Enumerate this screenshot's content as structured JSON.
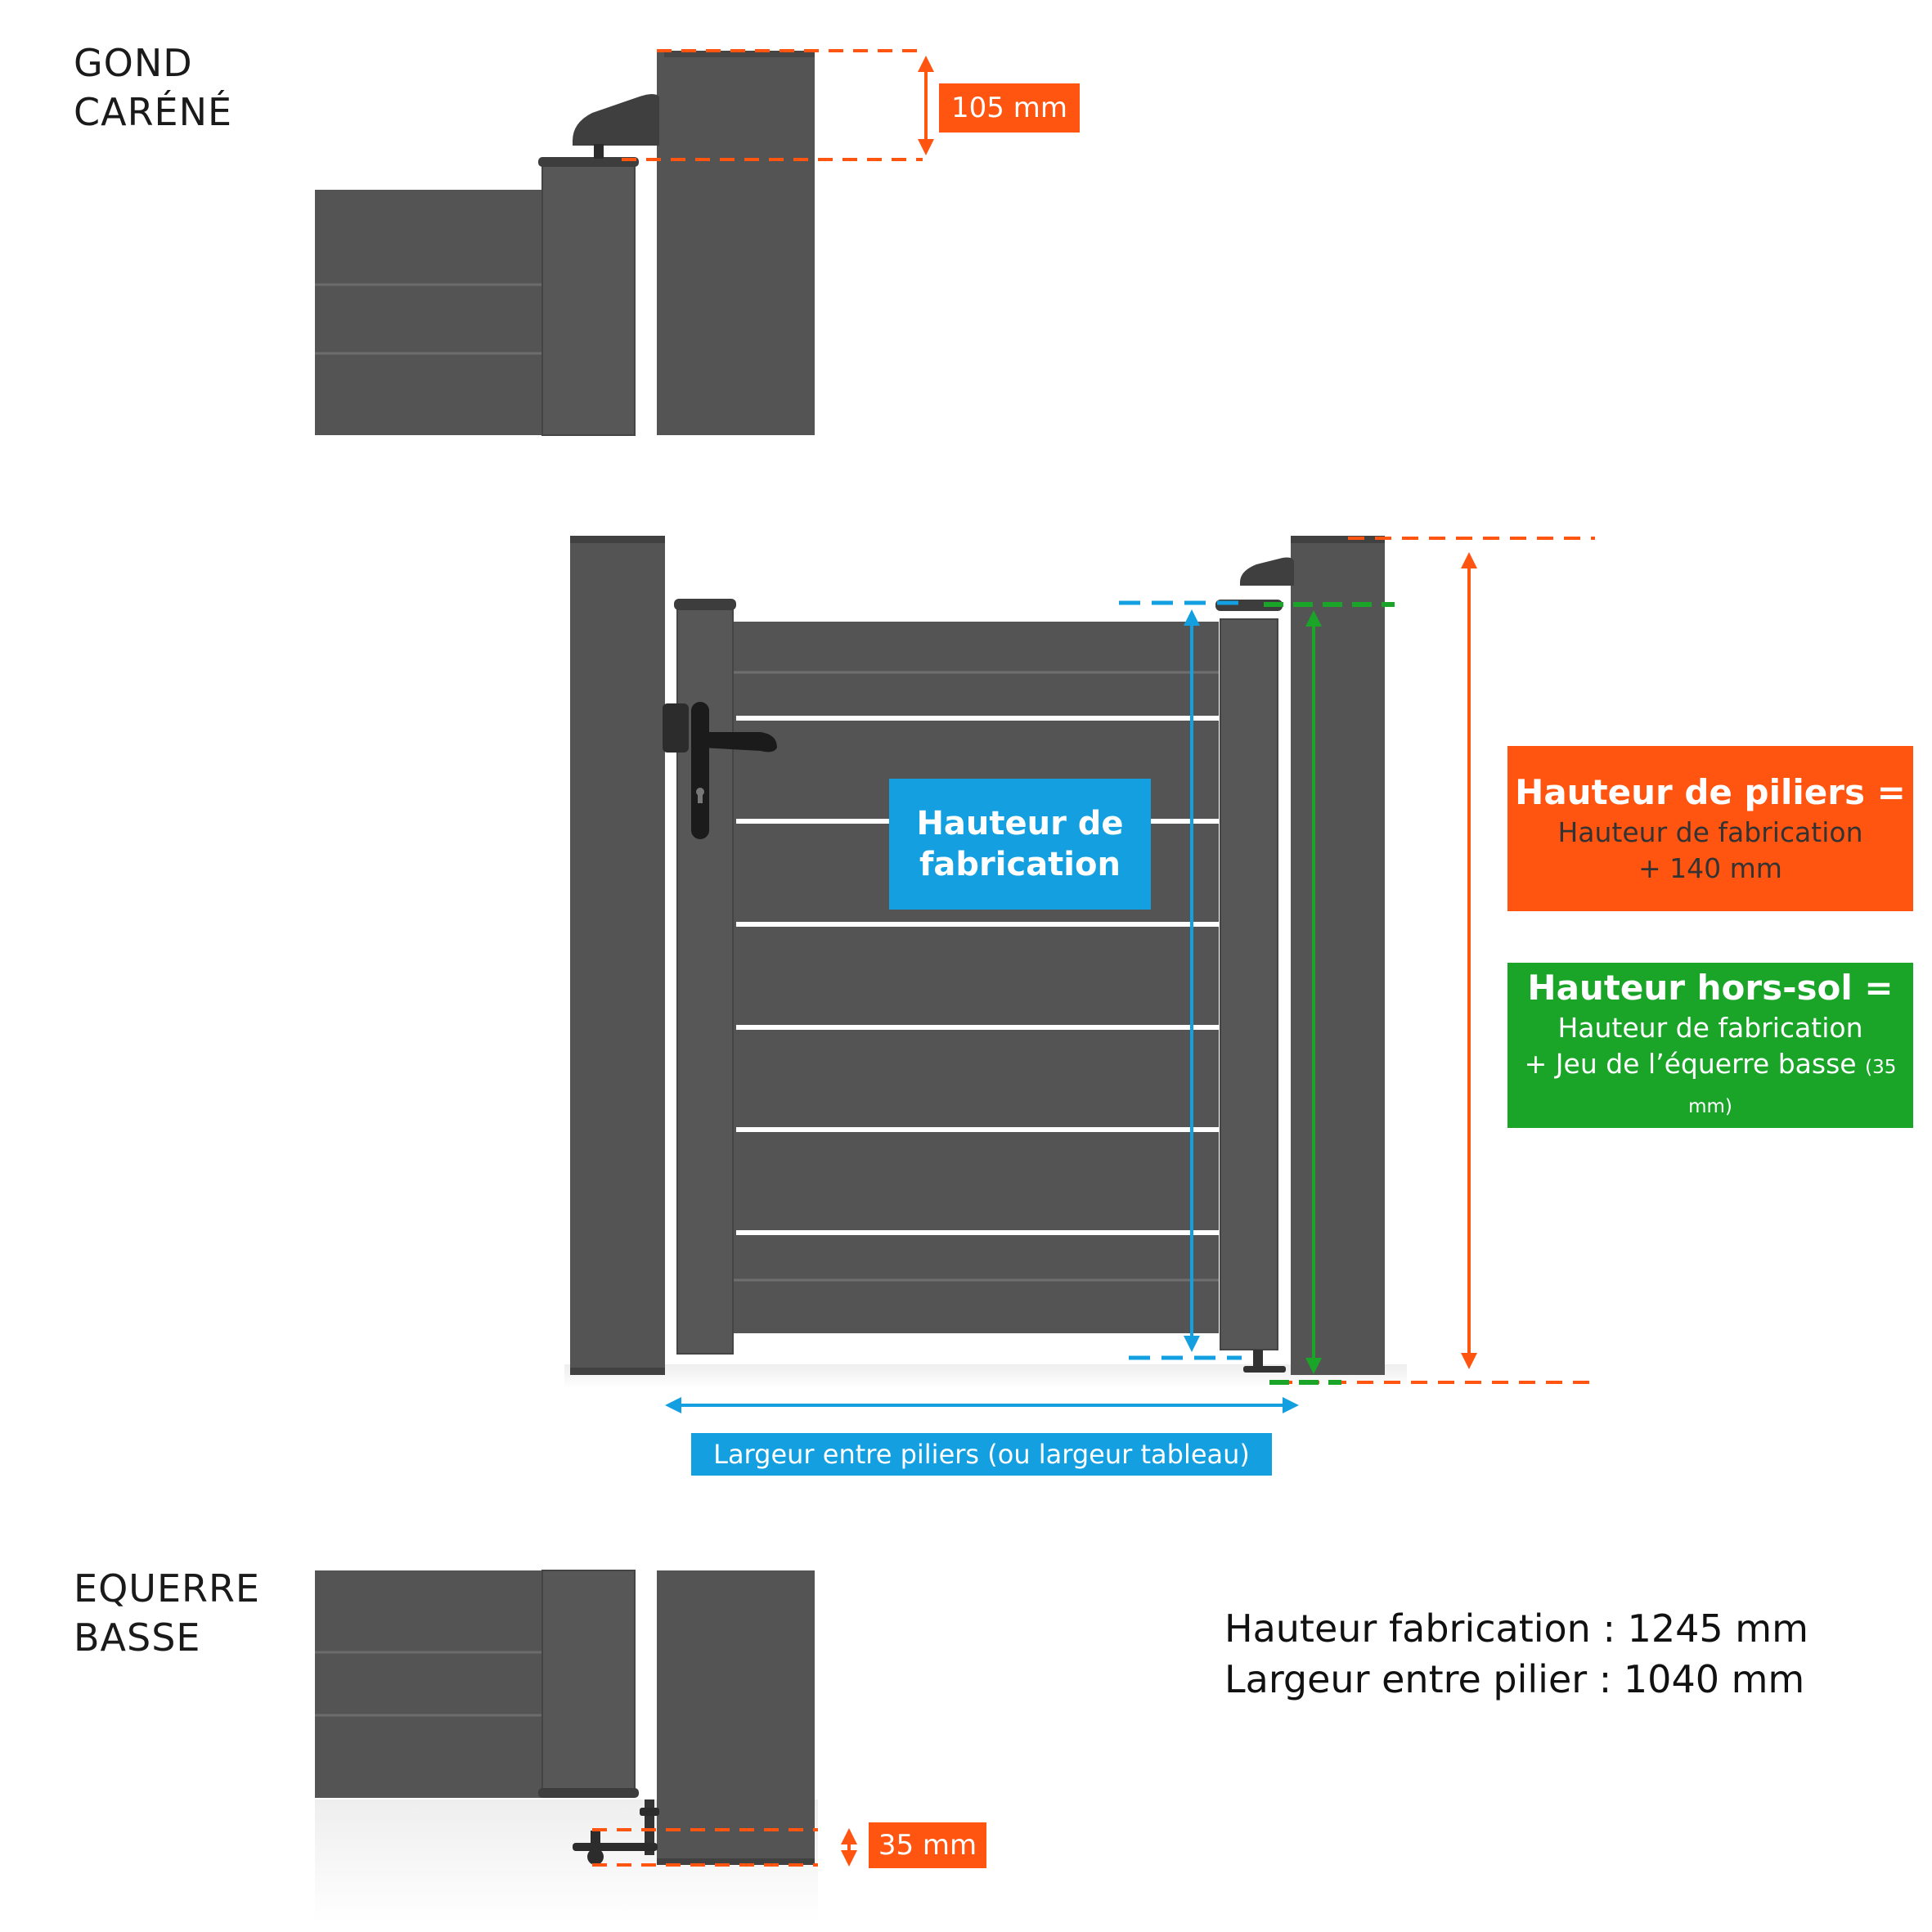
{
  "top_detail": {
    "title_line1": "GOND",
    "title_line2": "CARÉNÉ",
    "dimension": "105 mm"
  },
  "gate": {
    "label_fabrication_line1": "Hauteur de",
    "label_fabrication_line2": "fabrication",
    "width_label": "Largeur entre piliers (ou largeur tableau)"
  },
  "pillar_height_box": {
    "heading": "Hauteur de piliers =",
    "line1": "Hauteur de fabrication",
    "line2": "+ 140 mm"
  },
  "ground_height_box": {
    "heading": "Hauteur hors-sol =",
    "line1": "Hauteur de fabrication",
    "line2": "+ Jeu de l’équerre basse",
    "line2_small": "(35 mm)"
  },
  "bottom_detail": {
    "title_line1": "EQUERRE",
    "title_line2": "BASSE",
    "dimension": "35 mm"
  },
  "summary": {
    "fabrication_height": "Hauteur fabrication : 1245 mm",
    "width_between_pillars": "Largeur entre pilier : 1040 mm"
  },
  "colors": {
    "metal": "#545454",
    "orange": "#ff5511",
    "blue": "#14a0e0",
    "green": "#1aa529"
  }
}
